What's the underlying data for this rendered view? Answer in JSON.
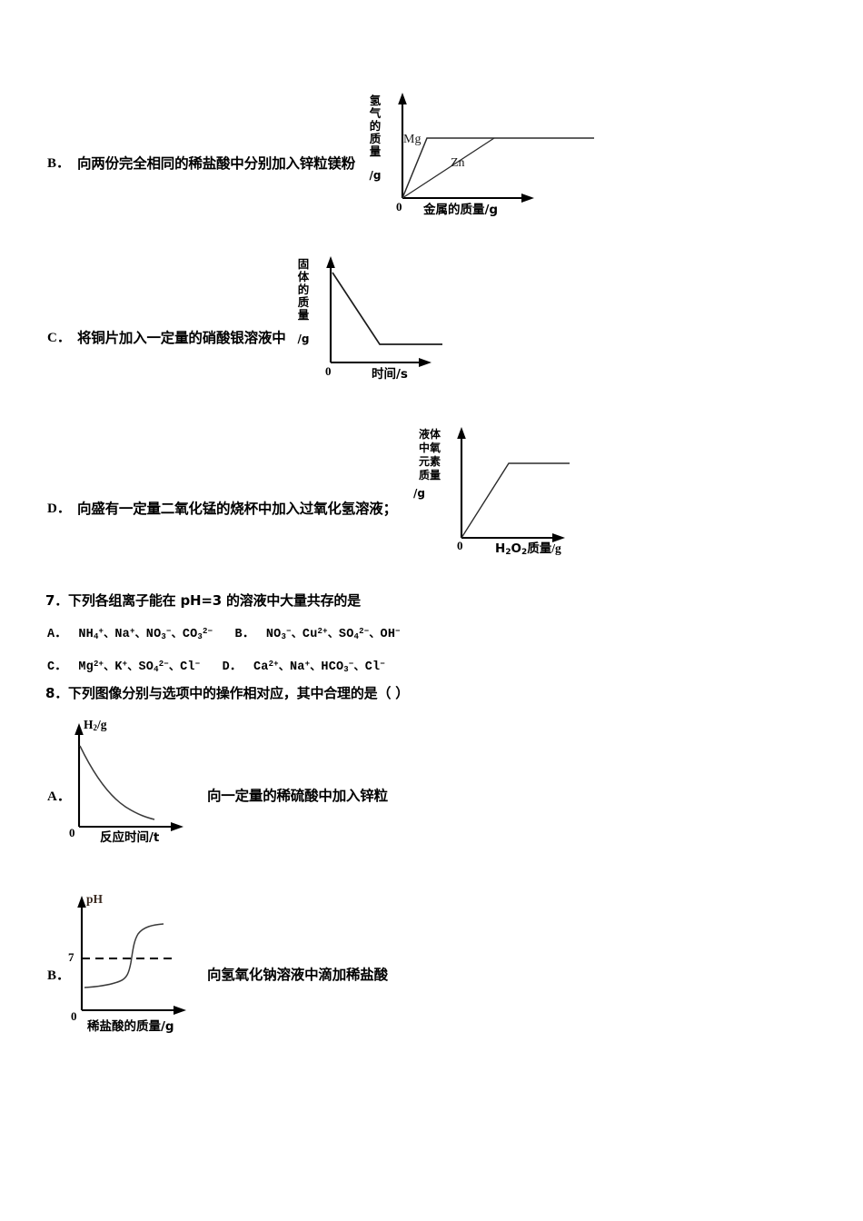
{
  "options_q6": [
    {
      "label": "B．",
      "text": "向两份完全相同的稀盐酸中分别加入锌粒镁粉"
    },
    {
      "label": "C．",
      "text": "将铜片加入一定量的硝酸银溶液中"
    },
    {
      "label": "D．",
      "text": "向盛有一定量二氧化锰的烧杯中加入过氧化氢溶液；"
    }
  ],
  "question7": {
    "stem": "7．下列各组离子能在 pH=3 的溶液中大量共存的是",
    "choices": [
      {
        "label": "A．",
        "ions": [
          "NH4+",
          "Na+",
          "NO3-",
          "CO3 2-"
        ]
      },
      {
        "label": "B．",
        "ions": [
          "NO3-",
          "Cu2+",
          "SO4 2-",
          "OH-"
        ]
      },
      {
        "label": "C．",
        "ions": [
          "Mg2+",
          "K+",
          "SO4 2-",
          "Cl-"
        ]
      },
      {
        "label": "D．",
        "ions": [
          "Ca2+",
          "Na+",
          "HCO3-",
          "Cl-"
        ]
      }
    ]
  },
  "question8": {
    "stem": "8．下列图像分别与选项中的操作相对应，其中合理的是（      ）",
    "options": [
      {
        "label": "A．",
        "text": "向一定量的稀硫酸中加入锌粒"
      },
      {
        "label": "B．",
        "text": "向氢氧化钠溶液中滴加稀盐酸"
      }
    ]
  },
  "chart_data": [
    {
      "id": "chart-b-metal-acid",
      "type": "line",
      "title": "",
      "ylabel": "氢气的质量",
      "yunit": "/g",
      "ylabel_chars": "氢\n气\n的\n质\n量",
      "xlabel": "金属的质量/g",
      "origin_label": "0",
      "series": [
        {
          "name": "Mg",
          "points": [
            [
              0,
              0
            ],
            [
              0.3,
              1.0
            ],
            [
              1.0,
              1.0
            ]
          ]
        },
        {
          "name": "Zn",
          "points": [
            [
              0,
              0
            ],
            [
              0.78,
              1.0
            ],
            [
              1.0,
              1.0
            ]
          ]
        }
      ],
      "annotations": [
        "Mg",
        "Zn"
      ],
      "grid": false,
      "legend": "inline-labels"
    },
    {
      "id": "chart-c-copper-silvernitrate",
      "type": "line",
      "title": "",
      "ylabel": "固体的质量",
      "yunit": "/g",
      "ylabel_chars": "固\n体\n的\n质\n量",
      "xlabel": "时间/s",
      "origin_label": "0",
      "series": [
        {
          "name": "固体质量",
          "points": [
            [
              0,
              1.0
            ],
            [
              0.52,
              0.14
            ],
            [
              1.0,
              0.14
            ]
          ]
        }
      ],
      "grid": false
    },
    {
      "id": "chart-d-h2o2-mno2",
      "type": "line",
      "title": "",
      "ylabel": "液体中氧元素质量",
      "yunit": "/g",
      "ylabel_rows": "液体\n中氧\n元素\n质量",
      "xlabel": "H2O2质量/g",
      "origin_label": "0",
      "series": [
        {
          "name": "氧元素质量",
          "points": [
            [
              0,
              0
            ],
            [
              0.42,
              1.0
            ],
            [
              1.0,
              1.0
            ]
          ]
        }
      ],
      "grid": false
    },
    {
      "id": "chart-8a-h2-vs-time",
      "type": "line",
      "title": "",
      "ylabel": "H2/g",
      "xlabel": "反应时间/t",
      "origin_label": "0",
      "series": [
        {
          "name": "H2",
          "shape": "exponential-decay",
          "points": [
            [
              0,
              1.0
            ],
            [
              0.2,
              0.66
            ],
            [
              0.4,
              0.42
            ],
            [
              0.6,
              0.25
            ],
            [
              0.8,
              0.13
            ],
            [
              1.0,
              0.06
            ]
          ]
        }
      ],
      "grid": false
    },
    {
      "id": "chart-8b-ph-vs-hcl",
      "type": "line",
      "title": "",
      "ylabel": "pH",
      "xlabel": "稀盐酸的质量/g",
      "origin_label": "0",
      "yticks": [
        {
          "value": 7,
          "label": "7"
        }
      ],
      "reference_line": {
        "value": 7,
        "style": "dashed"
      },
      "series": [
        {
          "name": "pH",
          "shape": "sigmoid-rising",
          "points": [
            [
              0,
              0.22
            ],
            [
              0.25,
              0.25
            ],
            [
              0.42,
              0.34
            ],
            [
              0.5,
              0.55
            ],
            [
              0.58,
              0.8
            ],
            [
              0.72,
              0.9
            ],
            [
              1.0,
              0.92
            ]
          ]
        }
      ],
      "grid": false
    }
  ]
}
